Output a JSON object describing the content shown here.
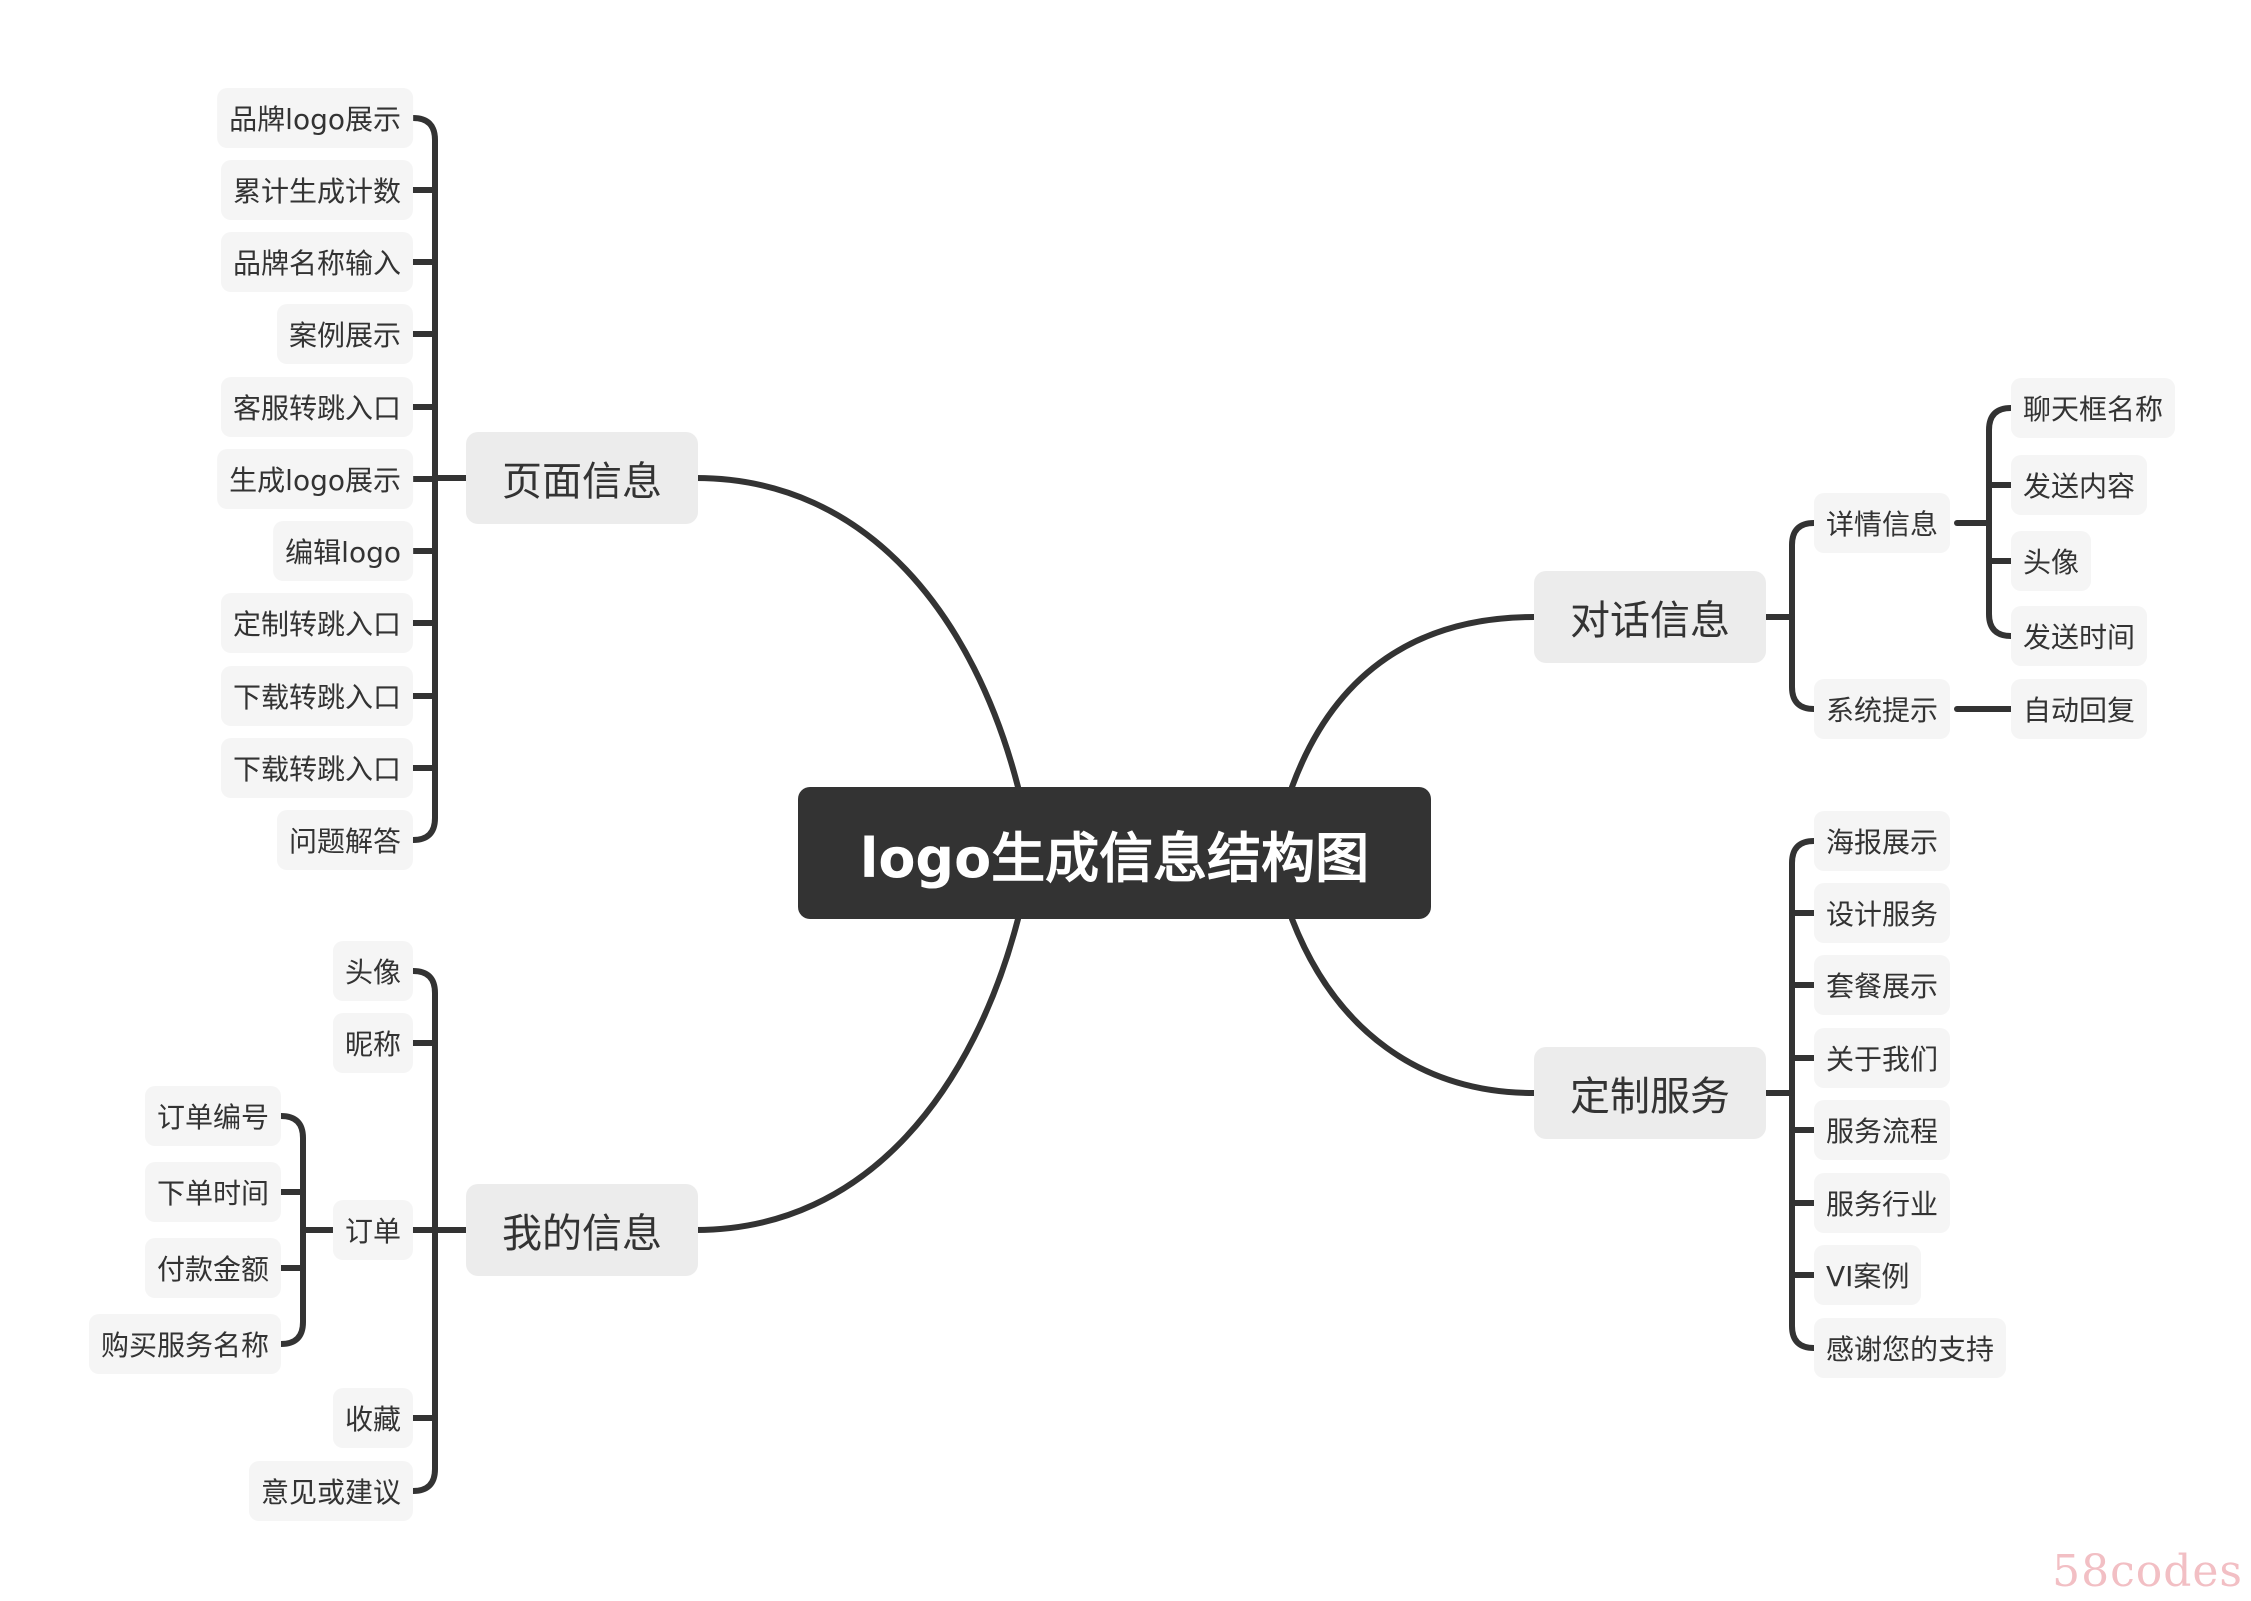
{
  "diagram": {
    "root": "logo生成信息结构图",
    "branches": {
      "page_info": {
        "label": "页面信息",
        "children": [
          "品牌logo展示",
          "累计生成计数",
          "品牌名称输入",
          "案例展示",
          "客服转跳入口",
          "生成logo展示",
          "编辑logo",
          "定制转跳入口",
          "下载转跳入口",
          "下载转跳入口",
          "问题解答"
        ]
      },
      "my_info": {
        "label": "我的信息",
        "children": [
          "头像",
          "昵称",
          "订单",
          "收藏",
          "意见或建议"
        ],
        "order_children": [
          "订单编号",
          "下单时间",
          "付款金额",
          "购买服务名称"
        ]
      },
      "dialog_info": {
        "label": "对话信息",
        "children": [
          "详情信息",
          "系统提示"
        ],
        "detail_children": [
          "聊天框名称",
          "发送内容",
          "头像",
          "发送时间"
        ],
        "system_children": [
          "自动回复"
        ]
      },
      "custom_service": {
        "label": "定制服务",
        "children": [
          "海报展示",
          "设计服务",
          "套餐展示",
          "关于我们",
          "服务流程",
          "服务行业",
          "VI案例",
          "感谢您的支持"
        ]
      }
    },
    "watermark": "58codes"
  },
  "colors": {
    "root_bg": "#333333",
    "root_text": "#ffffff",
    "main_bg": "#ececec",
    "leaf_bg": "#f5f5f5",
    "line": "#333333",
    "text": "#333333",
    "watermark": "#f2bfc4"
  }
}
